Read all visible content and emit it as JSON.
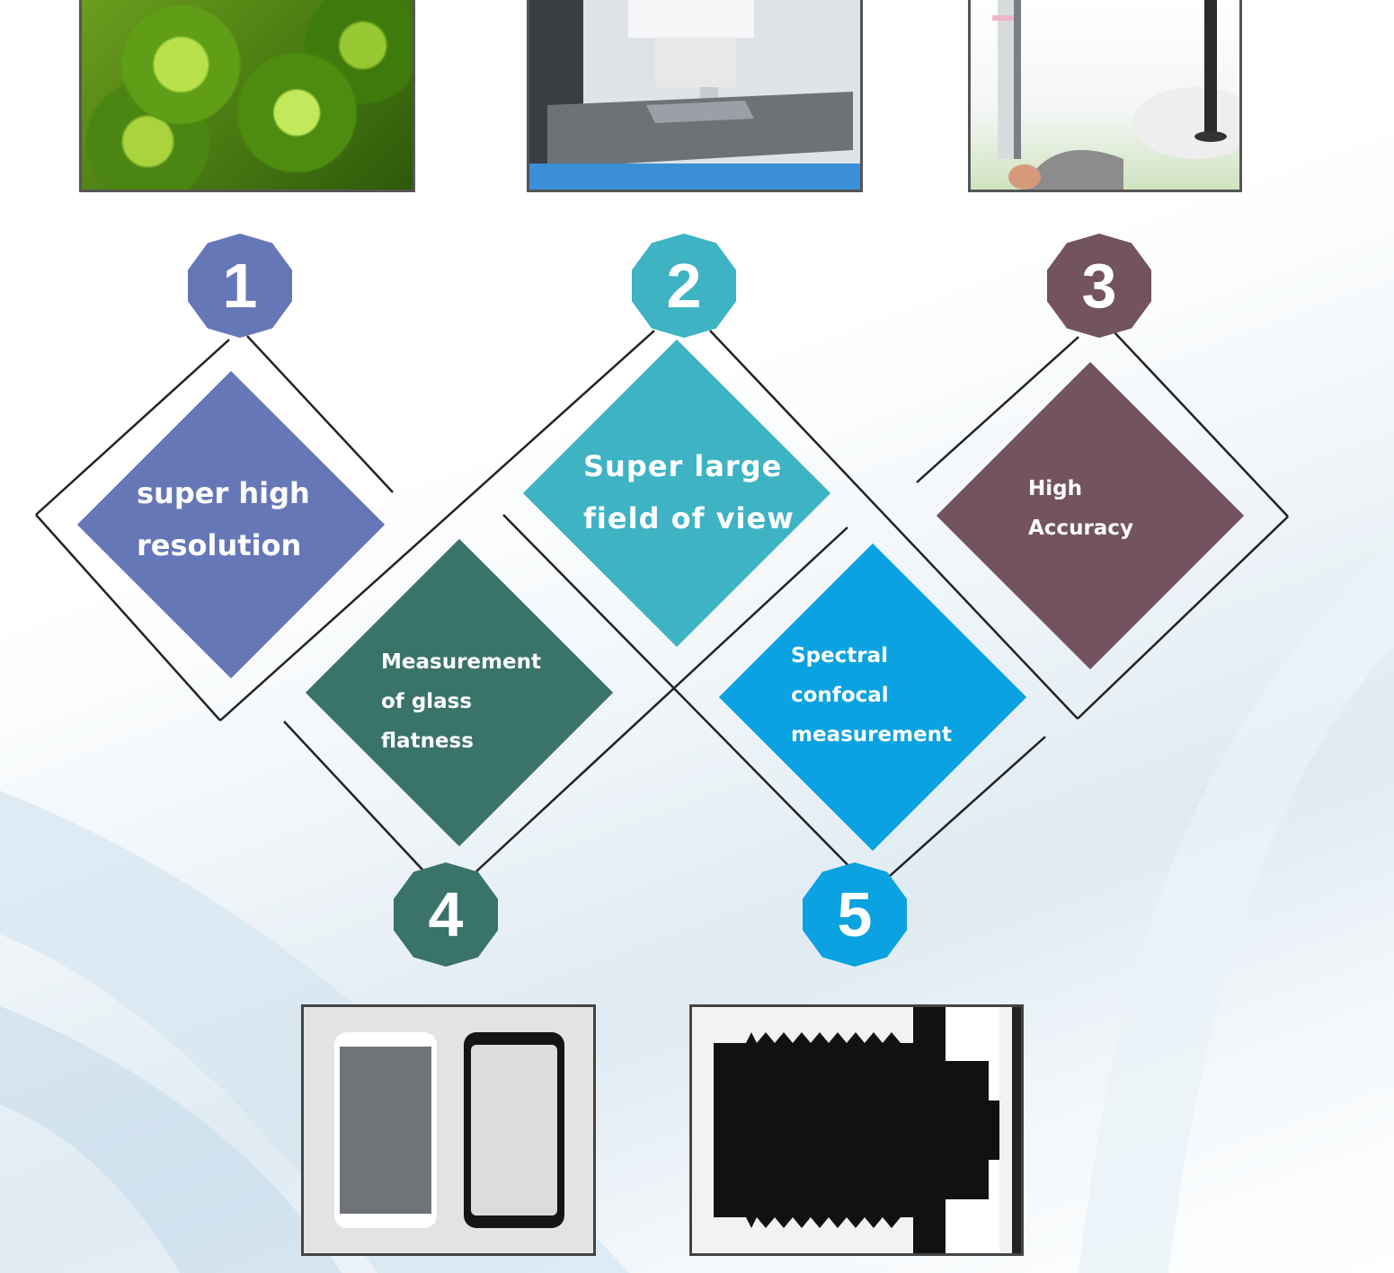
{
  "colors": {
    "step_1": "#6677b8",
    "step_2": "#3db3c4",
    "step_3": "#735360",
    "step_4": "#39736a",
    "step_5": "#0aa2e0",
    "line": "#222222"
  },
  "steps": [
    {
      "number": "1",
      "label": "super high\nresolution"
    },
    {
      "number": "2",
      "label": "Super large\nfield of view"
    },
    {
      "number": "3",
      "label": "High\nAccuracy"
    },
    {
      "number": "4",
      "label": "Measurement\nof glass\nflatness"
    },
    {
      "number": "5",
      "label": "Spectral\nconfocal\nmeasurement"
    }
  ]
}
